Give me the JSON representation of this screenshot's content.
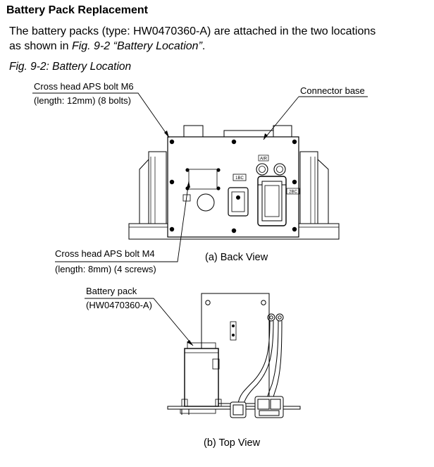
{
  "section": {
    "heading": "Battery Pack Replacement",
    "intro_line1": "The battery packs (type: HW0470360-A) are attached in the two locations",
    "intro_line2_prefix": "as shown in ",
    "intro_line2_ref": "Fig. 9-2 “Battery Location”",
    "intro_line2_suffix": "."
  },
  "figure": {
    "caption": "Fig. 9-2: Battery Location",
    "back_view": {
      "caption": "(a) Back View",
      "callouts": {
        "bolt_m6_line1": "Cross head APS bolt M6",
        "bolt_m6_line2": "(length: 12mm)  (8 bolts)",
        "connector_base": "Connector base",
        "bolt_m4_line1": "Cross head APS bolt M4",
        "bolt_m4_line2": "(length: 8mm) (4 screws)"
      },
      "panel_markings": {
        "air": "AIR",
        "left_connector": "1BC",
        "right_connector": "2BC"
      }
    },
    "top_view": {
      "caption": "(b) Top View",
      "callouts": {
        "battery_line1": "Battery pack",
        "battery_line2": "(HW0470360-A)"
      }
    }
  }
}
